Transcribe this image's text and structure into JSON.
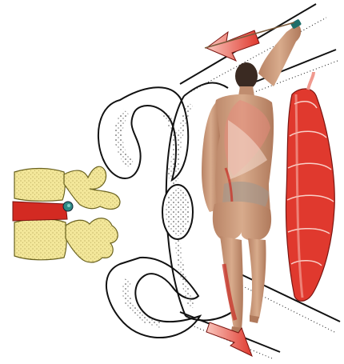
{
  "figure": {
    "description_labels": [],
    "colors": {
      "vertebra_fill": "#f3e79a",
      "vertebra_stroke": "#6b6320",
      "disc_red": "#d32a22",
      "nerve_dot": "#2f8a86",
      "arrow_red": "#e23a2f",
      "arrow_light": "#f7b3a8",
      "skin": "#c99a7a",
      "muscle_red": "#c8382e",
      "muscle_pink": "#f09a8f",
      "outline": "#111111",
      "stipple": "#222222"
    },
    "icons": [
      "vertebra-illustration",
      "spinal-canal-outline",
      "human-back-figure",
      "stretch-arrow-up",
      "stretch-arrow-down",
      "muscle-band-illustration",
      "nerve-dot"
    ]
  }
}
